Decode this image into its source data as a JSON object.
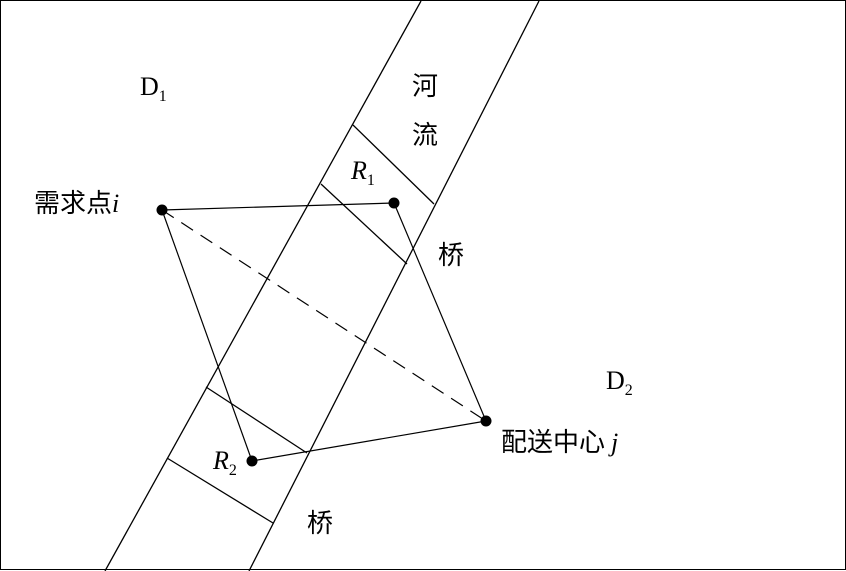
{
  "regions": {
    "d1": "D",
    "d1_sub": "1",
    "d2": "D",
    "d2_sub": "2"
  },
  "river": {
    "char1": "河",
    "char2": "流"
  },
  "bridges": {
    "upper": "桥",
    "lower": "桥"
  },
  "nodes": {
    "demand_text": "需求点",
    "demand_var": "i",
    "center_text": "配送中心",
    "center_var": "j",
    "r1": "R",
    "r1_sub": "1",
    "r2": "R",
    "r2_sub": "2"
  }
}
